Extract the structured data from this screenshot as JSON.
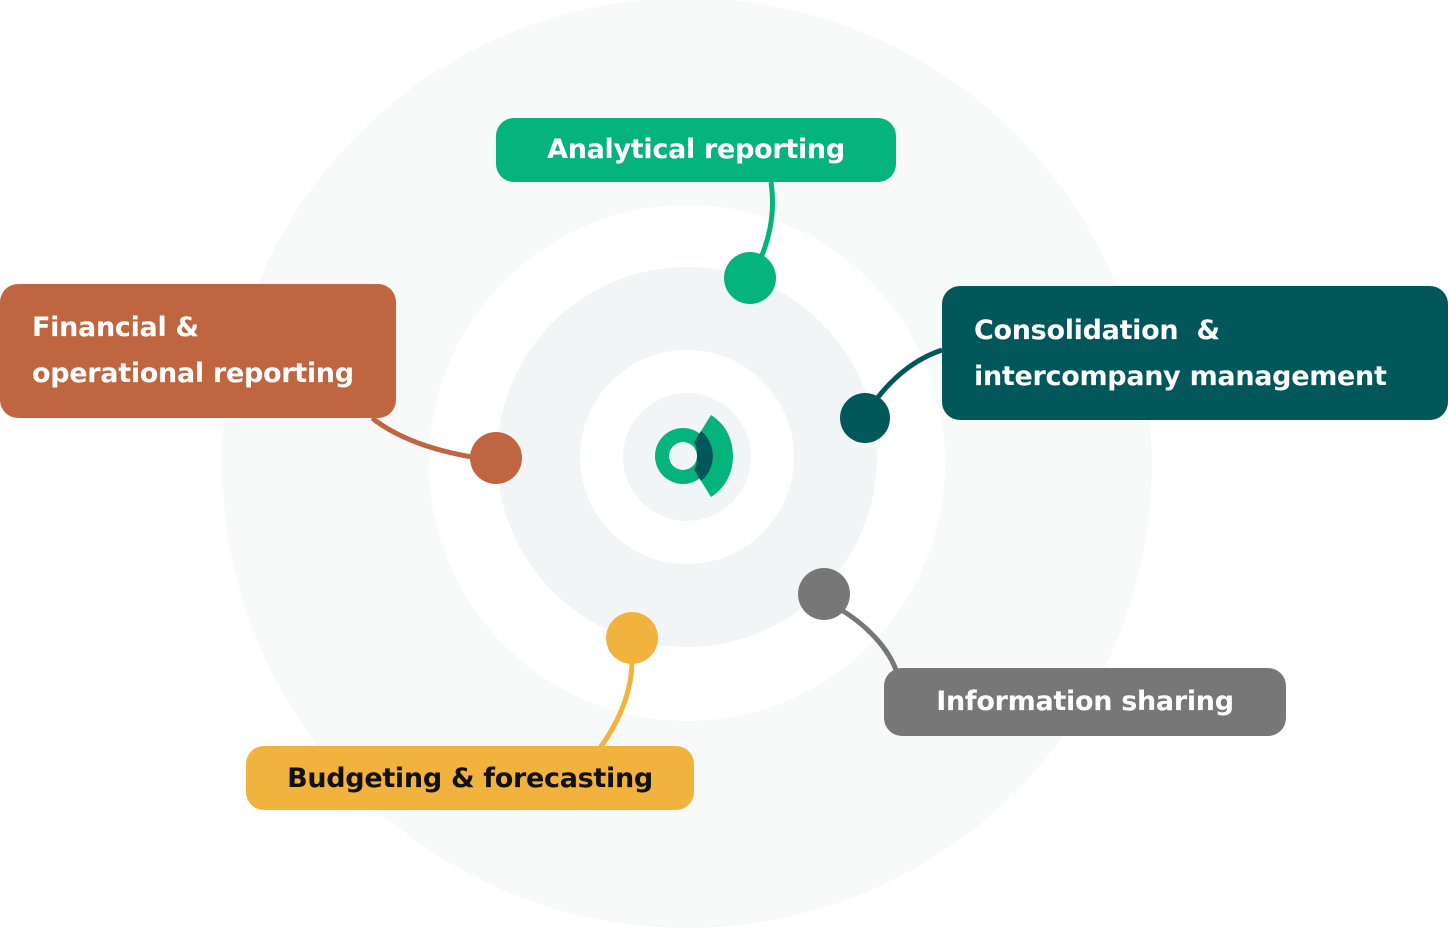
{
  "diagram": {
    "center": {
      "icon": "logo-icon"
    },
    "nodes": [
      {
        "id": "analytical",
        "label_lines": [
          "Analytical reporting"
        ],
        "color": "#05b47c",
        "text_color": "#ffffff"
      },
      {
        "id": "financial",
        "label_lines": [
          "Financial &",
          "operational reporting"
        ],
        "color": "#bf6641",
        "text_color": "#ffffff"
      },
      {
        "id": "consolidation",
        "label_lines": [
          "Consolidation  &",
          "intercompany management"
        ],
        "color": "#02575a",
        "text_color": "#ffffff"
      },
      {
        "id": "info",
        "label_lines": [
          "Information sharing"
        ],
        "color": "#777777",
        "text_color": "#ffffff"
      },
      {
        "id": "budget",
        "label_lines": [
          "Budgeting & forecasting"
        ],
        "color": "#f2b33e",
        "text_color": "#111111"
      }
    ]
  }
}
